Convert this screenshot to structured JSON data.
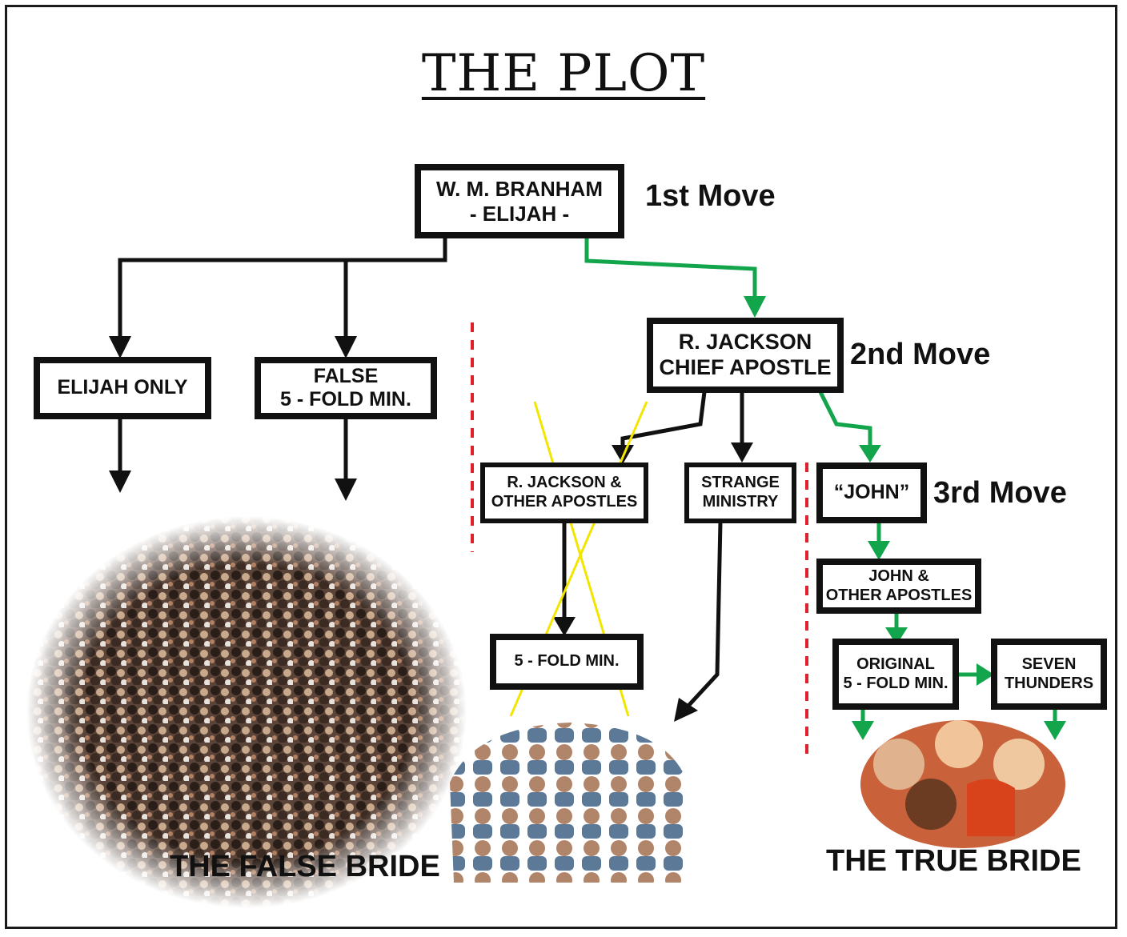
{
  "title": "THE PLOT",
  "nodes": {
    "branham": "W. M. BRANHAM\n- ELIJAH -",
    "elijah_only": "ELIJAH ONLY",
    "false_fivefold": "FALSE\n5 - FOLD MIN.",
    "jackson": "R. JACKSON\nCHIEF APOSTLE",
    "jackson_apostles": "R. JACKSON &\nOTHER APOSTLES",
    "strange_ministry": "STRANGE\nMINISTRY",
    "john": "“JOHN”",
    "john_apostles": "JOHN &\nOTHER APOSTLES",
    "fivefold": "5 - FOLD MIN.",
    "original_fivefold": "ORIGINAL\n5 - FOLD MIN.",
    "seven_thunders": "SEVEN\nTHUNDERS"
  },
  "moves": {
    "first": "1st Move",
    "second": "2nd Move",
    "third": "3rd Move"
  },
  "captions": {
    "false_bride": "THE FALSE BRIDE",
    "true_bride": "THE TRUE BRIDE"
  },
  "colors": {
    "black_arrow": "#111111",
    "green_arrow": "#12a54b",
    "divider_red": "#e0202a",
    "cross_yellow": "#f2e600"
  }
}
